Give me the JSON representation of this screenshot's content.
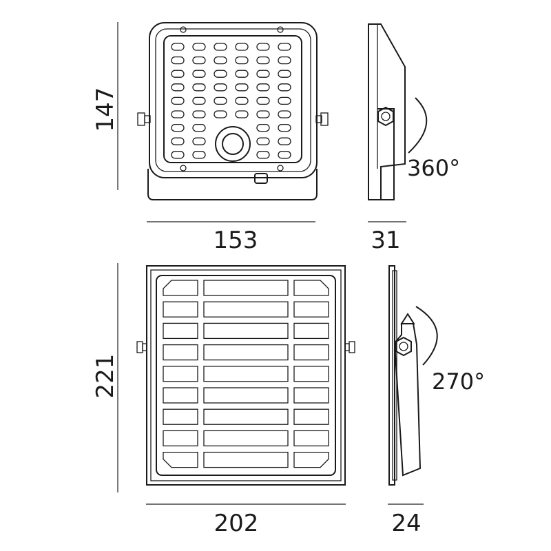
{
  "dimensions": {
    "top_height": "147",
    "top_width": "153",
    "top_depth": "31",
    "top_rotation": "360°",
    "bottom_height": "221",
    "bottom_width": "202",
    "bottom_depth": "24",
    "bottom_rotation": "270°"
  },
  "colors": {
    "line": "#1a1a1a",
    "background": "#ffffff"
  }
}
